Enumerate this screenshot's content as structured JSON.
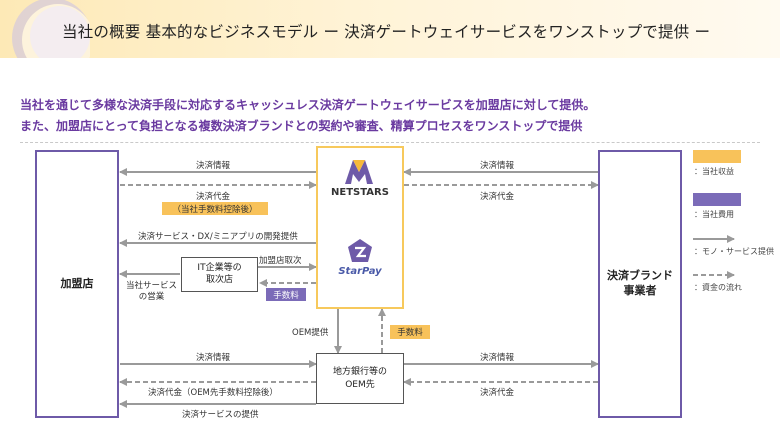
{
  "header": {
    "title": "当社の概要 基本的なビジネスモデル ー 決済ゲートウェイサービスをワンストップで提供 ー"
  },
  "lead": {
    "line1": "当社を通じて多様な決済手段に対応するキャッシュレス決済ゲートウェイサービスを加盟店に対して提供。",
    "line2": "また、加盟店にとって負担となる複数決済ブランドとの契約や審査、精算プロセスをワンストップで提供"
  },
  "nodes": {
    "merchant": "加盟店",
    "brand_line1": "決済ブランド",
    "brand_line2": "事業者",
    "it_agent_line1": "IT企業等の",
    "it_agent_line2": "取次店",
    "bank_line1": "地方銀行等の",
    "bank_line2": "OEM先",
    "netstars": "NETSTARS",
    "starpay": "StarPay"
  },
  "flows": {
    "top_left_info": "決済情報",
    "top_left_payment": "決済代金",
    "fee_deducted": "（当社手数料控除後）",
    "dev_service": "決済サービス・DX/ミニアプリの開発提供",
    "merchant_acquisition": "加盟店取次",
    "fee_it": "手数料",
    "sales_line1": "当社サービス",
    "sales_line2": "の営業",
    "top_right_info": "決済情報",
    "top_right_payment": "決済代金",
    "oem_provide": "OEM提供",
    "fee_oem": "手数料",
    "bottom_left_info": "決済情報",
    "bottom_left_payment": "決済代金（OEM先手数料控除後）",
    "bottom_left_service": "決済サービスの提供",
    "bottom_right_info": "決済情報",
    "bottom_right_payment": "決済代金"
  },
  "legend": {
    "revenue": "：当社収益",
    "expense": "：当社費用",
    "goods_services": "：モノ・サービス提供",
    "money_flow": "：資金の流れ"
  },
  "colors": {
    "revenue": "#f8c25a",
    "expense": "#7b6bb8",
    "lead_text": "#6a3aa0"
  }
}
